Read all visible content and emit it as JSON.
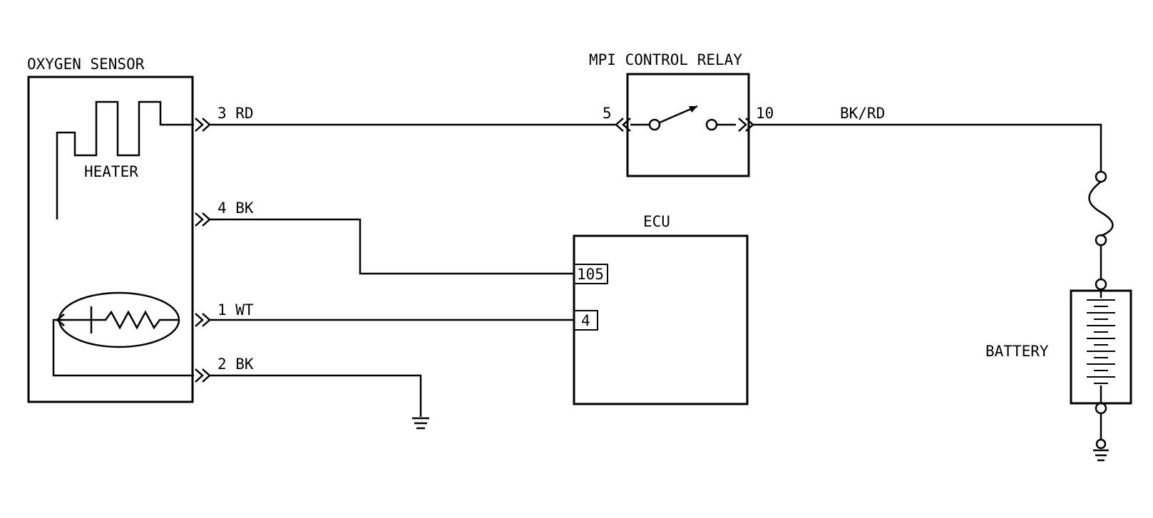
{
  "components": {
    "oxygen_sensor": {
      "label": "OXYGEN SENSOR",
      "heater_label": "HEATER"
    },
    "mpi_relay": {
      "label": "MPI CONTROL RELAY",
      "pin_in": "5",
      "pin_out": "10"
    },
    "ecu": {
      "label": "ECU",
      "pin_a": "105",
      "pin_b": "4"
    },
    "battery": {
      "label": "BATTERY"
    }
  },
  "wires": {
    "heater_supply": "3 RD",
    "heater_ground": "4 BK",
    "signal": "1 WT",
    "signal_ground": "2 BK",
    "relay_to_battery": "BK/RD"
  }
}
